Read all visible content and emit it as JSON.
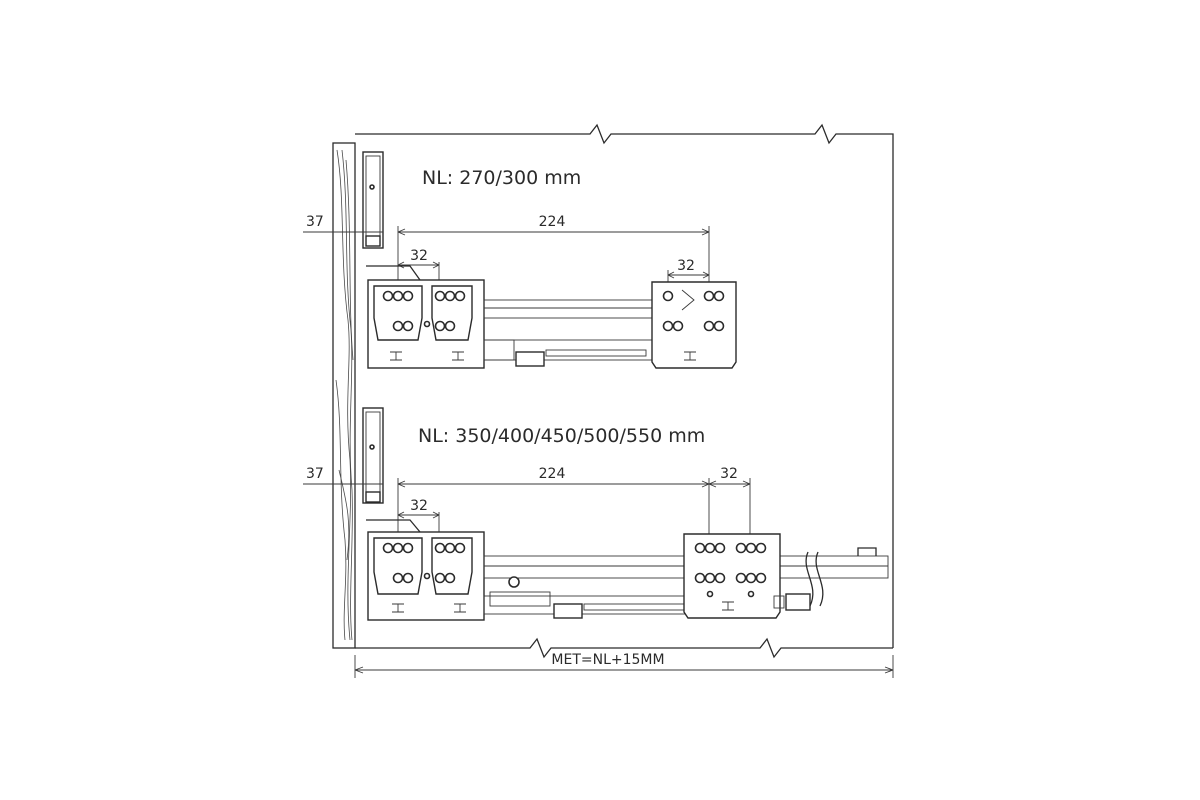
{
  "top_diagram": {
    "title": "NL: 270/300 mm",
    "dim_offset": "37",
    "dim_span": "224",
    "dim_front_pitch": "32",
    "dim_rear_pitch": "32"
  },
  "bottom_diagram": {
    "title": "NL: 350/400/450/500/550 mm",
    "dim_offset": "37",
    "dim_span": "224",
    "dim_front_pitch": "32",
    "dim_rear_pitch": "32"
  },
  "footer": {
    "met_formula": "MET=NL+15MM"
  }
}
